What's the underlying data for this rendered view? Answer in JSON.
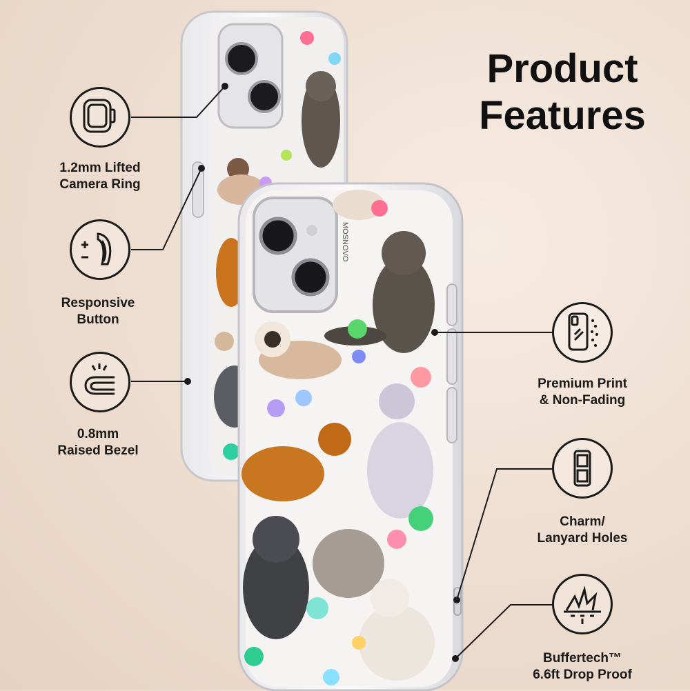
{
  "title_line1": "Product",
  "title_line2": "Features",
  "features": {
    "camera_ring": {
      "line1": "1.2mm Lifted",
      "line2": "Camera Ring",
      "icon": "camera-ring-icon"
    },
    "button": {
      "line1": "Responsive",
      "line2": "Button",
      "icon": "button-press-icon"
    },
    "bezel": {
      "line1": "0.8mm",
      "line2": "Raised Bezel",
      "icon": "raised-bezel-icon"
    },
    "print": {
      "line1": "Premium Print",
      "line2": "& Non-Fading",
      "icon": "phone-print-icon"
    },
    "charm": {
      "line1": "Charm/",
      "line2": "Lanyard Holes",
      "icon": "lanyard-hole-icon"
    },
    "drop": {
      "line1": "Buffertech™",
      "line2": "6.6ft Drop Proof",
      "icon": "drop-shield-icon"
    }
  },
  "brand_vertical": "MOSNOVO",
  "colors": {
    "text": "#111111",
    "line": "#1a1a1a",
    "background": "#efdfd2"
  }
}
